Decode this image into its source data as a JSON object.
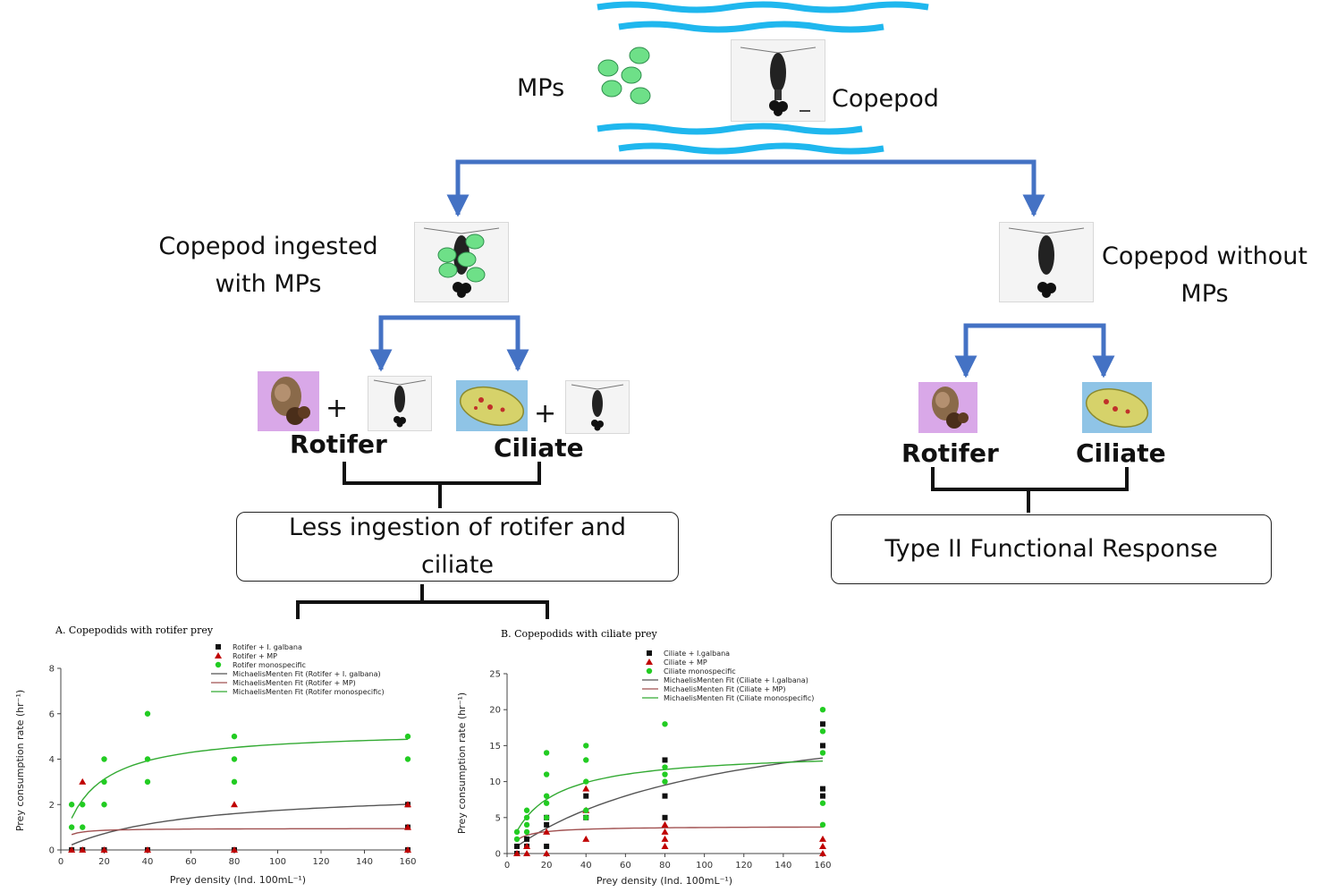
{
  "diagram": {
    "top": {
      "mps_label": "MPs",
      "copepod_label": "Copepod"
    },
    "left": {
      "title": "Copepod ingested with MPs",
      "plus": "+",
      "rotifer": "Rotifer",
      "ciliate": "Ciliate",
      "result": "Less ingestion of rotifer and ciliate"
    },
    "right": {
      "title": "Copepod without MPs",
      "rotifer": "Rotifer",
      "ciliate": "Ciliate",
      "result": "Type II Functional Response"
    },
    "colors": {
      "arrow": "#4472c4",
      "water": "#1fb7ee",
      "mp": "#6ee088"
    }
  },
  "chart_data": [
    {
      "type": "scatter",
      "title": "A. Copepodids with rotifer prey",
      "xlabel": "Prey density (Ind. 100mL⁻¹)",
      "ylabel": "Prey consumption rate (hr⁻¹)",
      "xlim": [
        0,
        160
      ],
      "ylim": [
        0,
        8
      ],
      "xticks": [
        0,
        20,
        40,
        60,
        80,
        100,
        120,
        140,
        160
      ],
      "yticks": [
        0,
        2,
        4,
        6,
        8
      ],
      "legend": [
        "Rotifer + I. galbana",
        "Rotifer + MP",
        "Rotifer monospecific",
        "MichaelisMenten Fit (Rotifer + I. galbana)",
        "MichaelisMenten Fit (Rotifer + MP)",
        "MichaelisMenten Fit (Rotifer monospecific)"
      ],
      "series": [
        {
          "kind": "points",
          "marker": "square",
          "color": "#111111",
          "points": [
            [
              5,
              0
            ],
            [
              10,
              0
            ],
            [
              20,
              0
            ],
            [
              40,
              0
            ],
            [
              80,
              0
            ],
            [
              160,
              0
            ],
            [
              160,
              1
            ],
            [
              160,
              2
            ]
          ]
        },
        {
          "kind": "points",
          "marker": "triangle",
          "color": "#c00000",
          "points": [
            [
              5,
              0
            ],
            [
              10,
              0
            ],
            [
              10,
              3
            ],
            [
              20,
              0
            ],
            [
              40,
              0
            ],
            [
              80,
              0
            ],
            [
              80,
              2
            ],
            [
              160,
              0
            ],
            [
              160,
              1
            ],
            [
              160,
              2
            ]
          ]
        },
        {
          "kind": "points",
          "marker": "circle",
          "color": "#22cc22",
          "points": [
            [
              5,
              2
            ],
            [
              5,
              1
            ],
            [
              10,
              2
            ],
            [
              10,
              1
            ],
            [
              20,
              4
            ],
            [
              20,
              3
            ],
            [
              20,
              2
            ],
            [
              40,
              6
            ],
            [
              40,
              4
            ],
            [
              40,
              3
            ],
            [
              80,
              5
            ],
            [
              80,
              4
            ],
            [
              80,
              3
            ],
            [
              160,
              5
            ],
            [
              160,
              4
            ]
          ]
        },
        {
          "kind": "curve",
          "color": "#555555",
          "vmax": 2.7,
          "km": 55,
          "xmin": 5,
          "xmax": 160
        },
        {
          "kind": "curve",
          "color": "#a05050",
          "vmax": 0.95,
          "km": 2,
          "xmin": 5,
          "xmax": 160
        },
        {
          "kind": "curve",
          "color": "#33aa33",
          "vmax": 5.3,
          "km": 14,
          "xmin": 5,
          "xmax": 160
        }
      ]
    },
    {
      "type": "scatter",
      "title": "B. Copepodids with ciliate prey",
      "xlabel": "Prey density (Ind. 100mL⁻¹)",
      "ylabel": "Prey consumption rate (hr⁻¹)",
      "xlim": [
        0,
        160
      ],
      "ylim": [
        0,
        25
      ],
      "xticks": [
        0,
        20,
        40,
        60,
        80,
        100,
        120,
        140,
        160
      ],
      "yticks": [
        0,
        5,
        10,
        15,
        20,
        25
      ],
      "legend": [
        "Ciliate + I.galbana",
        "Ciliate + MP",
        "Ciliate monospecific",
        "MichaelisMenten Fit (Ciliate + I.galbana)",
        "MichaelisMenten Fit (Ciliate + MP)",
        "MichaelisMenten Fit (Ciliate monospecific)"
      ],
      "series": [
        {
          "kind": "points",
          "marker": "square",
          "color": "#111111",
          "points": [
            [
              5,
              0
            ],
            [
              5,
              1
            ],
            [
              10,
              1
            ],
            [
              10,
              2
            ],
            [
              20,
              1
            ],
            [
              20,
              4
            ],
            [
              20,
              5
            ],
            [
              40,
              5
            ],
            [
              40,
              8
            ],
            [
              80,
              5
            ],
            [
              80,
              8
            ],
            [
              80,
              13
            ],
            [
              160,
              8
            ],
            [
              160,
              9
            ],
            [
              160,
              15
            ],
            [
              160,
              18
            ]
          ]
        },
        {
          "kind": "points",
          "marker": "triangle",
          "color": "#c00000",
          "points": [
            [
              5,
              0
            ],
            [
              10,
              0
            ],
            [
              10,
              1
            ],
            [
              20,
              0
            ],
            [
              20,
              3
            ],
            [
              40,
              2
            ],
            [
              40,
              6
            ],
            [
              40,
              9
            ],
            [
              80,
              1
            ],
            [
              80,
              2
            ],
            [
              80,
              3
            ],
            [
              80,
              4
            ],
            [
              160,
              0
            ],
            [
              160,
              1
            ],
            [
              160,
              2
            ]
          ]
        },
        {
          "kind": "points",
          "marker": "circle",
          "color": "#22cc22",
          "points": [
            [
              5,
              2
            ],
            [
              5,
              3
            ],
            [
              10,
              3
            ],
            [
              10,
              4
            ],
            [
              10,
              5
            ],
            [
              10,
              6
            ],
            [
              20,
              5
            ],
            [
              20,
              7
            ],
            [
              20,
              8
            ],
            [
              20,
              11
            ],
            [
              20,
              14
            ],
            [
              40,
              5
            ],
            [
              40,
              6
            ],
            [
              40,
              10
            ],
            [
              40,
              13
            ],
            [
              40,
              15
            ],
            [
              80,
              10
            ],
            [
              80,
              11
            ],
            [
              80,
              12
            ],
            [
              80,
              18
            ],
            [
              160,
              4
            ],
            [
              160,
              7
            ],
            [
              160,
              14
            ],
            [
              160,
              17
            ],
            [
              160,
              20
            ]
          ]
        },
        {
          "kind": "curve",
          "color": "#555555",
          "vmax": 22,
          "km": 105,
          "xmin": 5,
          "xmax": 160
        },
        {
          "kind": "curve",
          "color": "#a05050",
          "vmax": 3.8,
          "km": 5,
          "xmin": 5,
          "xmax": 160
        },
        {
          "kind": "curve",
          "color": "#33aa33",
          "vmax": 14.3,
          "km": 18,
          "xmin": 5,
          "xmax": 160
        }
      ]
    }
  ]
}
